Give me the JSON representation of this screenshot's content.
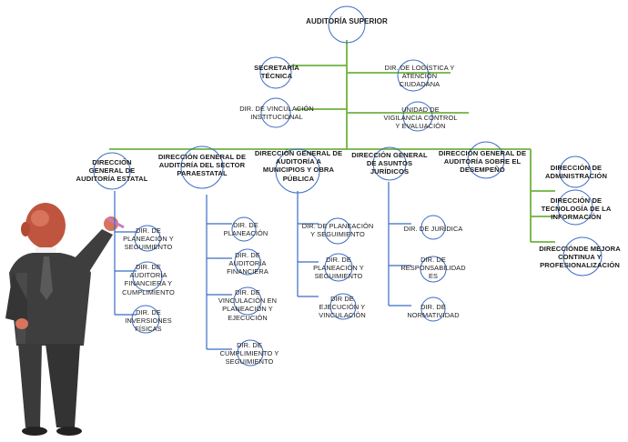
{
  "org": {
    "root": "AUDITORÍA SUPERIOR",
    "left_staff": [
      "SECRETARÍA\nTÉCNICA",
      "DIR. DE VINCULACIÓN\nINSTITUCIONAL"
    ],
    "right_staff": [
      "DIR. DE LOGÍSTICA Y\nATENCIÓN\nCIUDADANA",
      "UNIDAD DE\nVIGILANCIA CONTROL\nY EVALUACIÓN"
    ],
    "heads": [
      "DIRECCIÓN\nGENERAL DE\nAUDITORÍA ESTATAL",
      "DIRECCIÓN GENERAL DE\nAUDITORÍA DEL SECTOR\nPARAESTATAL",
      "DIRECCIÓN GENERAL DE\nAUDITORÍA A\nMUNICIPIOS Y OBRA\nPÚBLICA",
      "DIRECCIÓN GENERAL\nDE ASUNTOS\nJURÍDICOS",
      "DIRECCIÓN GENERAL DE\nAUDITORÍA SOBRE EL\nDESEMPEÑO"
    ],
    "col1": [
      "DIR. DE\nPLANEACIÓN Y\nSEGUIMIENTO",
      "DIR. DE\nAUDITORÍA\nFINANCIERA Y\nCUMPLIMIENTO",
      "DIR. DE\nINVERSIONES\nFÍSICAS"
    ],
    "col2": [
      "DIR. DE\nPLANEACIÓN",
      "DIR. DE\nAUDITORÍA\nFINANCIERA",
      "DIR. DE\nVINCULACIÓN EN\nPLANEACIÓN Y\nEJECUCIÓN",
      "DIR. DE\nCUMPLIMIENTO Y\nSEGUIMIENTO"
    ],
    "col3": [
      "DIR. DE PLANEACIÓN\nY SEGUIMIENTO",
      "DIR. DE\nPLANEACIÓN Y\nSEGUIMIENTO",
      "DIR DE\nEJECUCIÓN Y\nVINCULACIÓN"
    ],
    "col4": [
      "DIR. DE JURÍDICA",
      "DIR. DE\nRESPONSABILIDAD\nES",
      "DIR. DE\nNORMATIVIDAD"
    ],
    "right_dirs": [
      "DIRECCIÓN DE\nADMINISTRACIÓN",
      "DIRECCIÓN DE\nTECNOLOGÍA DE LA\nINFORMACIÓN",
      "DIRECCIÓNDE MEJORA\nCONTINUA Y\nPROFESIONALIZACIÓN"
    ]
  },
  "colors": {
    "line_green": "#6db33f",
    "line_blue": "#3b6cc4",
    "text": "#1a1a1a"
  }
}
